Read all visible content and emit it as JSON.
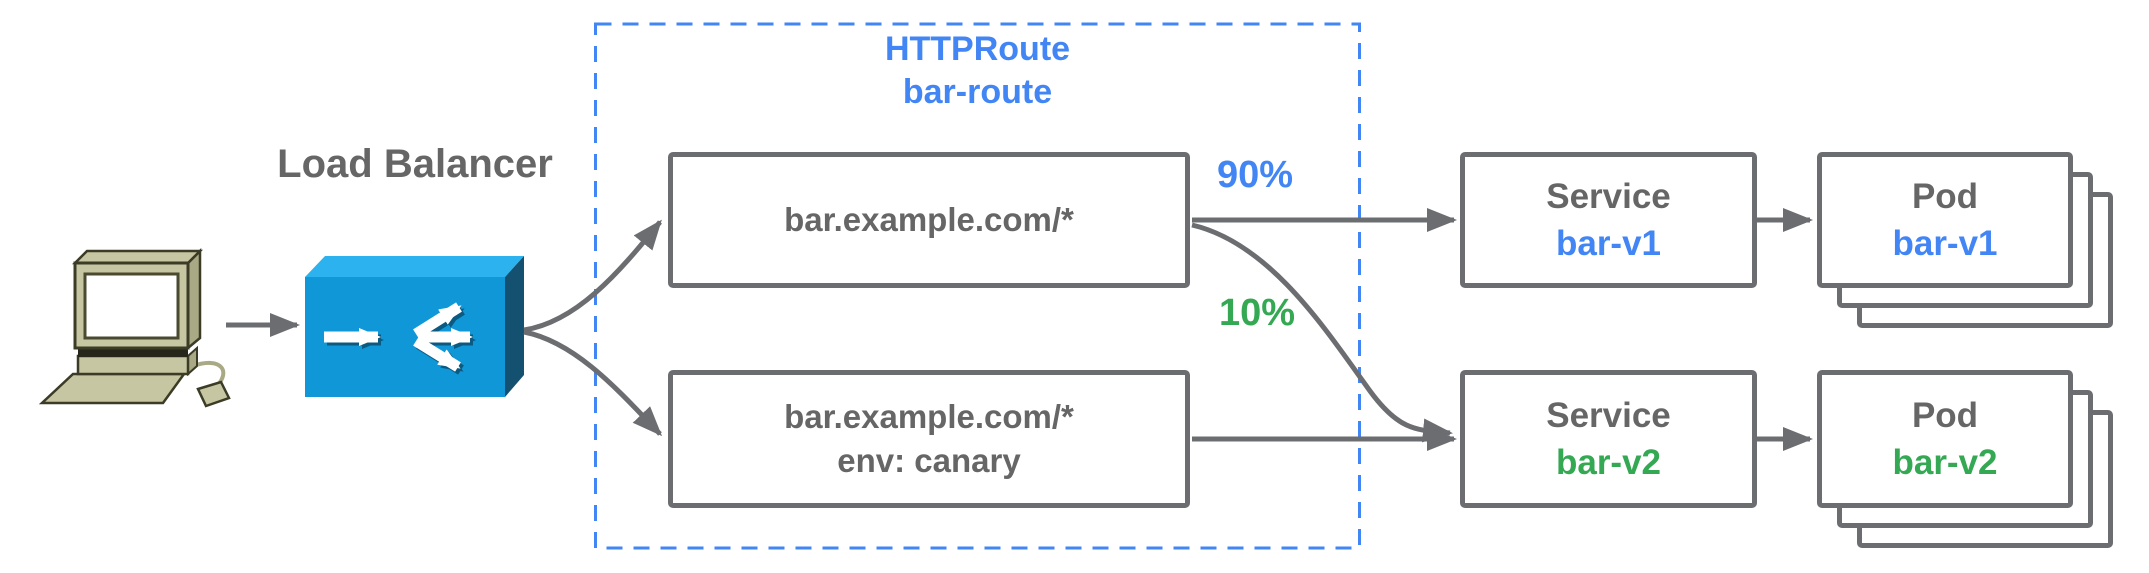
{
  "colors": {
    "blue": "#4285f4",
    "green": "#34a853",
    "text_gray": "#666666",
    "line_gray": "#6b6d70",
    "dash_blue": "#4285f4",
    "lb_front": "#0f97d7",
    "lb_top": "#2cb3ef",
    "lb_side": "#14506f",
    "pc_body": "#c6c6a2",
    "pc_shade": "#a9a986",
    "pc_outline": "#3b3b26",
    "screen_white": "#ffffff"
  },
  "icons": {
    "client": "desktop-computer-icon",
    "load_balancer": "load-balancer-icon"
  },
  "load_balancer": {
    "label": "Load Balancer"
  },
  "httproute": {
    "kind": "HTTPRoute",
    "name": "bar-route",
    "rules": [
      {
        "match": "bar.example.com/*",
        "header": ""
      },
      {
        "match": "bar.example.com/*",
        "header": "env: canary"
      }
    ]
  },
  "weights": [
    {
      "value": "90%"
    },
    {
      "value": "10%"
    }
  ],
  "services": [
    {
      "kind": "Service",
      "name": "bar-v1",
      "color": "#4285f4"
    },
    {
      "kind": "Service",
      "name": "bar-v2",
      "color": "#34a853"
    }
  ],
  "pods": [
    {
      "kind": "Pod",
      "name": "bar-v1",
      "color": "#4285f4"
    },
    {
      "kind": "Pod",
      "name": "bar-v2",
      "color": "#34a853"
    }
  ]
}
